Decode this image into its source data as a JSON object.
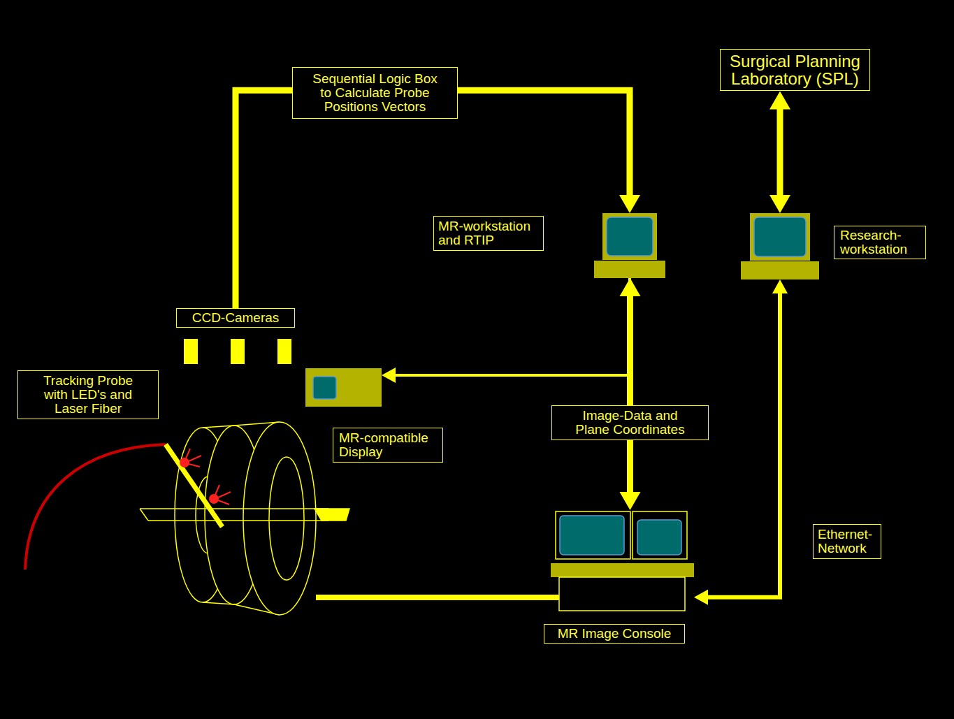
{
  "diagram": {
    "nodes": [
      {
        "text": [
          "Sequential Logic Box to Calculate Probe Positions Vectors"
        ]
      },
      {
        "text": [
          "Surgical Planning Laboratory (SPL)"
        ]
      },
      {
        "text": [
          "MR-workstation and RTIP"
        ]
      },
      {
        "text": [
          "Research-workstation"
        ]
      },
      {
        "text": [
          "CCD-Cameras"
        ]
      },
      {
        "text": [
          "Tracking Probe with LED's and Laser Fiber"
        ]
      },
      {
        "text": [
          "MR-compatible Display"
        ]
      },
      {
        "text": [
          "Image-Data and Plane Coordinates"
        ]
      },
      {
        "text": [
          "Ethernet-Network"
        ]
      },
      {
        "text": [
          "MR Image Console"
        ]
      }
    ],
    "edges": [
      {
        "from": 4,
        "to": 0,
        "arrow": "none"
      },
      {
        "from": 0,
        "to": 2,
        "arrow": "to"
      },
      {
        "from": 3,
        "to": 1,
        "arrow": "both"
      },
      {
        "from": 7,
        "to": 2,
        "arrow": "to"
      },
      {
        "from": 7,
        "to": 9,
        "arrow": "to"
      },
      {
        "from": 2,
        "to": 6,
        "arrow": "to"
      },
      {
        "from": 9,
        "to": 3,
        "arrow": "both"
      }
    ]
  }
}
